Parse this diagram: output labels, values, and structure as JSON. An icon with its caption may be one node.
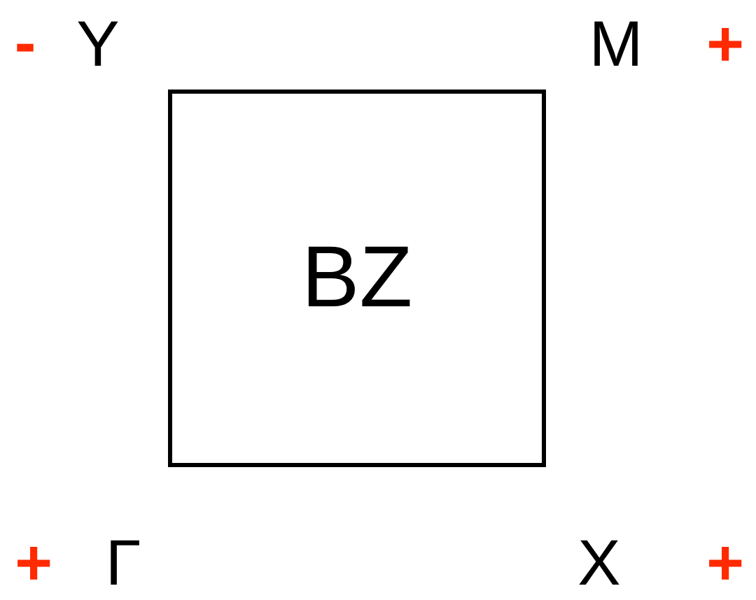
{
  "diagram": {
    "nodes": [
      {
        "text": [
          "BZ"
        ]
      }
    ],
    "labels": [
      "-",
      "Y",
      "M",
      "+",
      "+",
      "Γ",
      "X",
      "+"
    ]
  }
}
